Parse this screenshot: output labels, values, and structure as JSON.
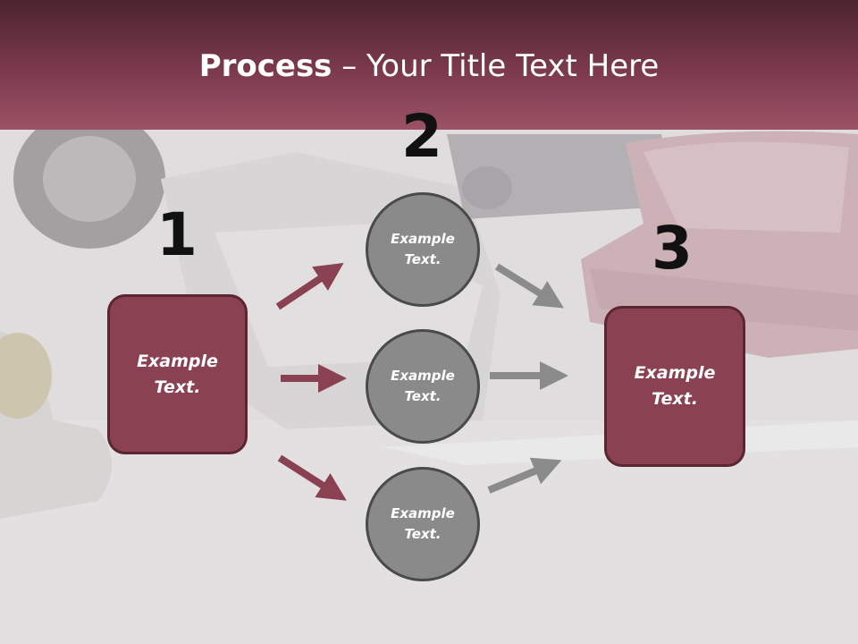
{
  "title": {
    "bold": "Process",
    "rest": " – Your Title Text Here"
  },
  "steps": {
    "one": "1",
    "two": "2",
    "three": "3"
  },
  "left_box": "Example\nText.",
  "right_box": "Example\nText.",
  "circles": [
    "Example\nText.",
    "Example\nText.",
    "Example\nText."
  ],
  "colors": {
    "accent": "#8a4152",
    "accent_dark": "#5c2532",
    "circle": "#8a8a8a",
    "header": "#7c3a4d"
  }
}
